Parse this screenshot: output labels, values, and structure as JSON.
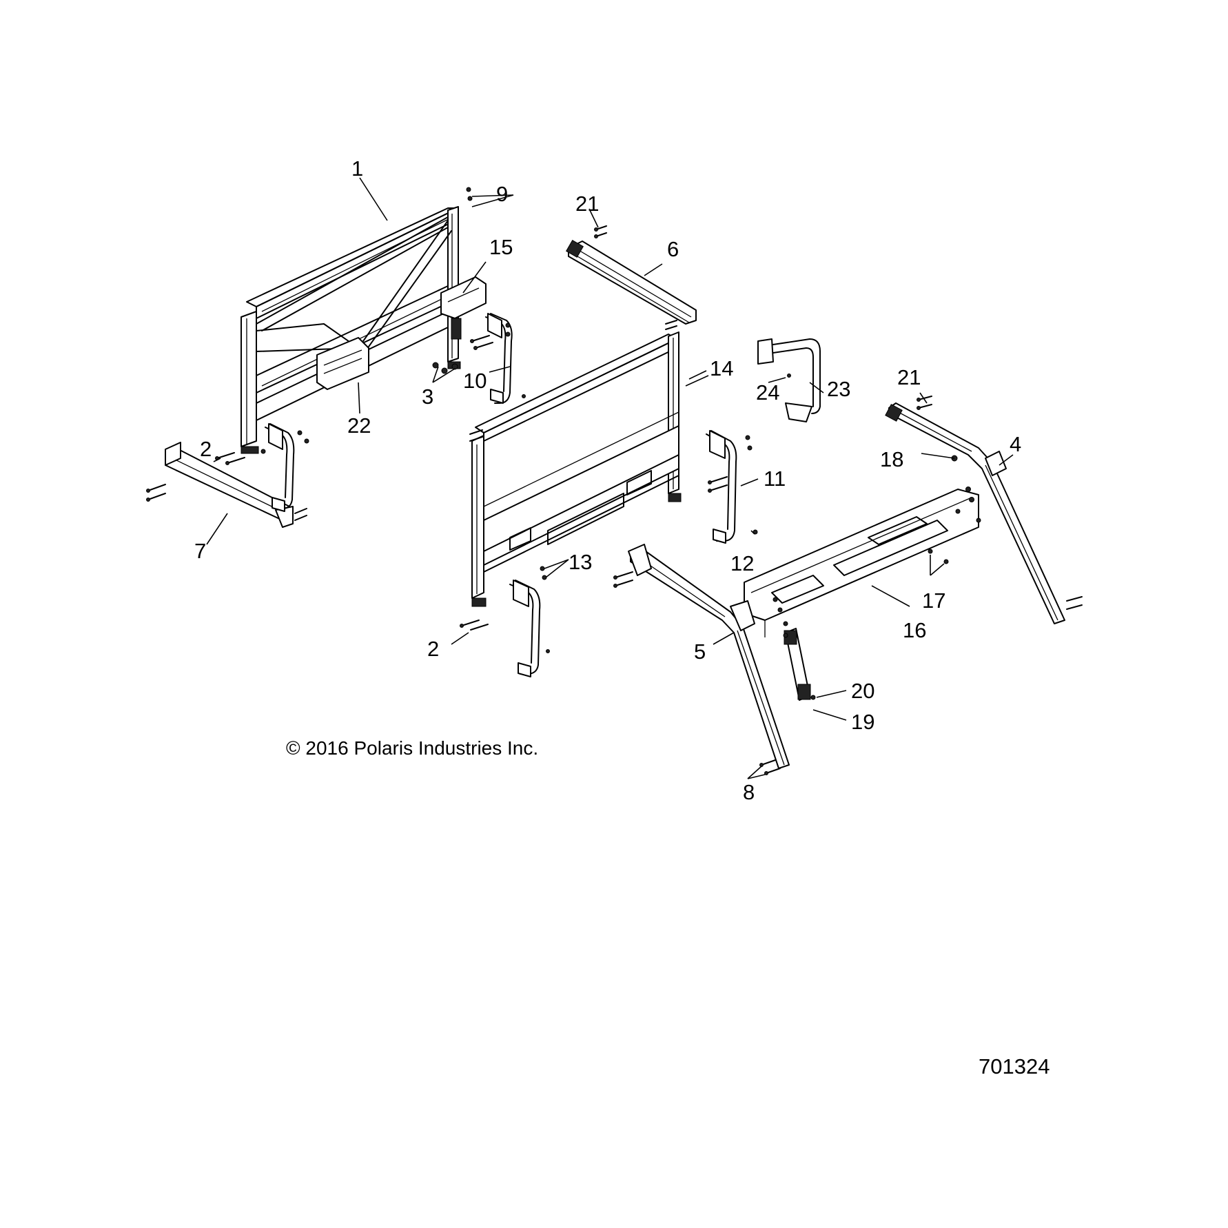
{
  "callouts": {
    "c1": "1",
    "c2a": "2",
    "c2b": "2",
    "c3": "3",
    "c4": "4",
    "c5": "5",
    "c6": "6",
    "c7": "7",
    "c8": "8",
    "c9": "9",
    "c10": "10",
    "c11": "11",
    "c12": "12",
    "c13": "13",
    "c14": "14",
    "c15": "15",
    "c16": "16",
    "c17": "17",
    "c18": "18",
    "c19": "19",
    "c20": "20",
    "c21a": "21",
    "c21b": "21",
    "c22": "22",
    "c23": "23",
    "c24": "24"
  },
  "copyright": "© 2016 Polaris Industries Inc.",
  "figure_number": "701324"
}
